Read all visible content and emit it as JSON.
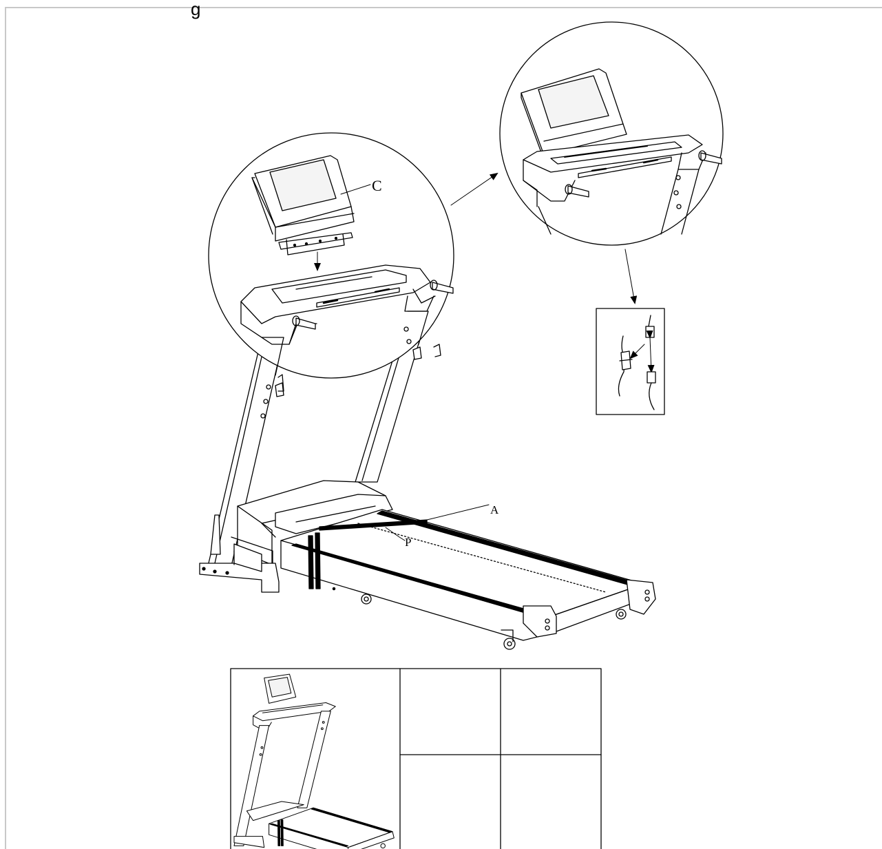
{
  "page": {
    "heading_fragment": "g"
  },
  "labels": {
    "console": "C",
    "belt": "A",
    "strap": "P"
  },
  "checklist": {
    "rows": 2,
    "cols": 2
  },
  "colors": {
    "line": "#000000",
    "frame": "#c8c8c8",
    "screen": "#f4f4f4"
  }
}
